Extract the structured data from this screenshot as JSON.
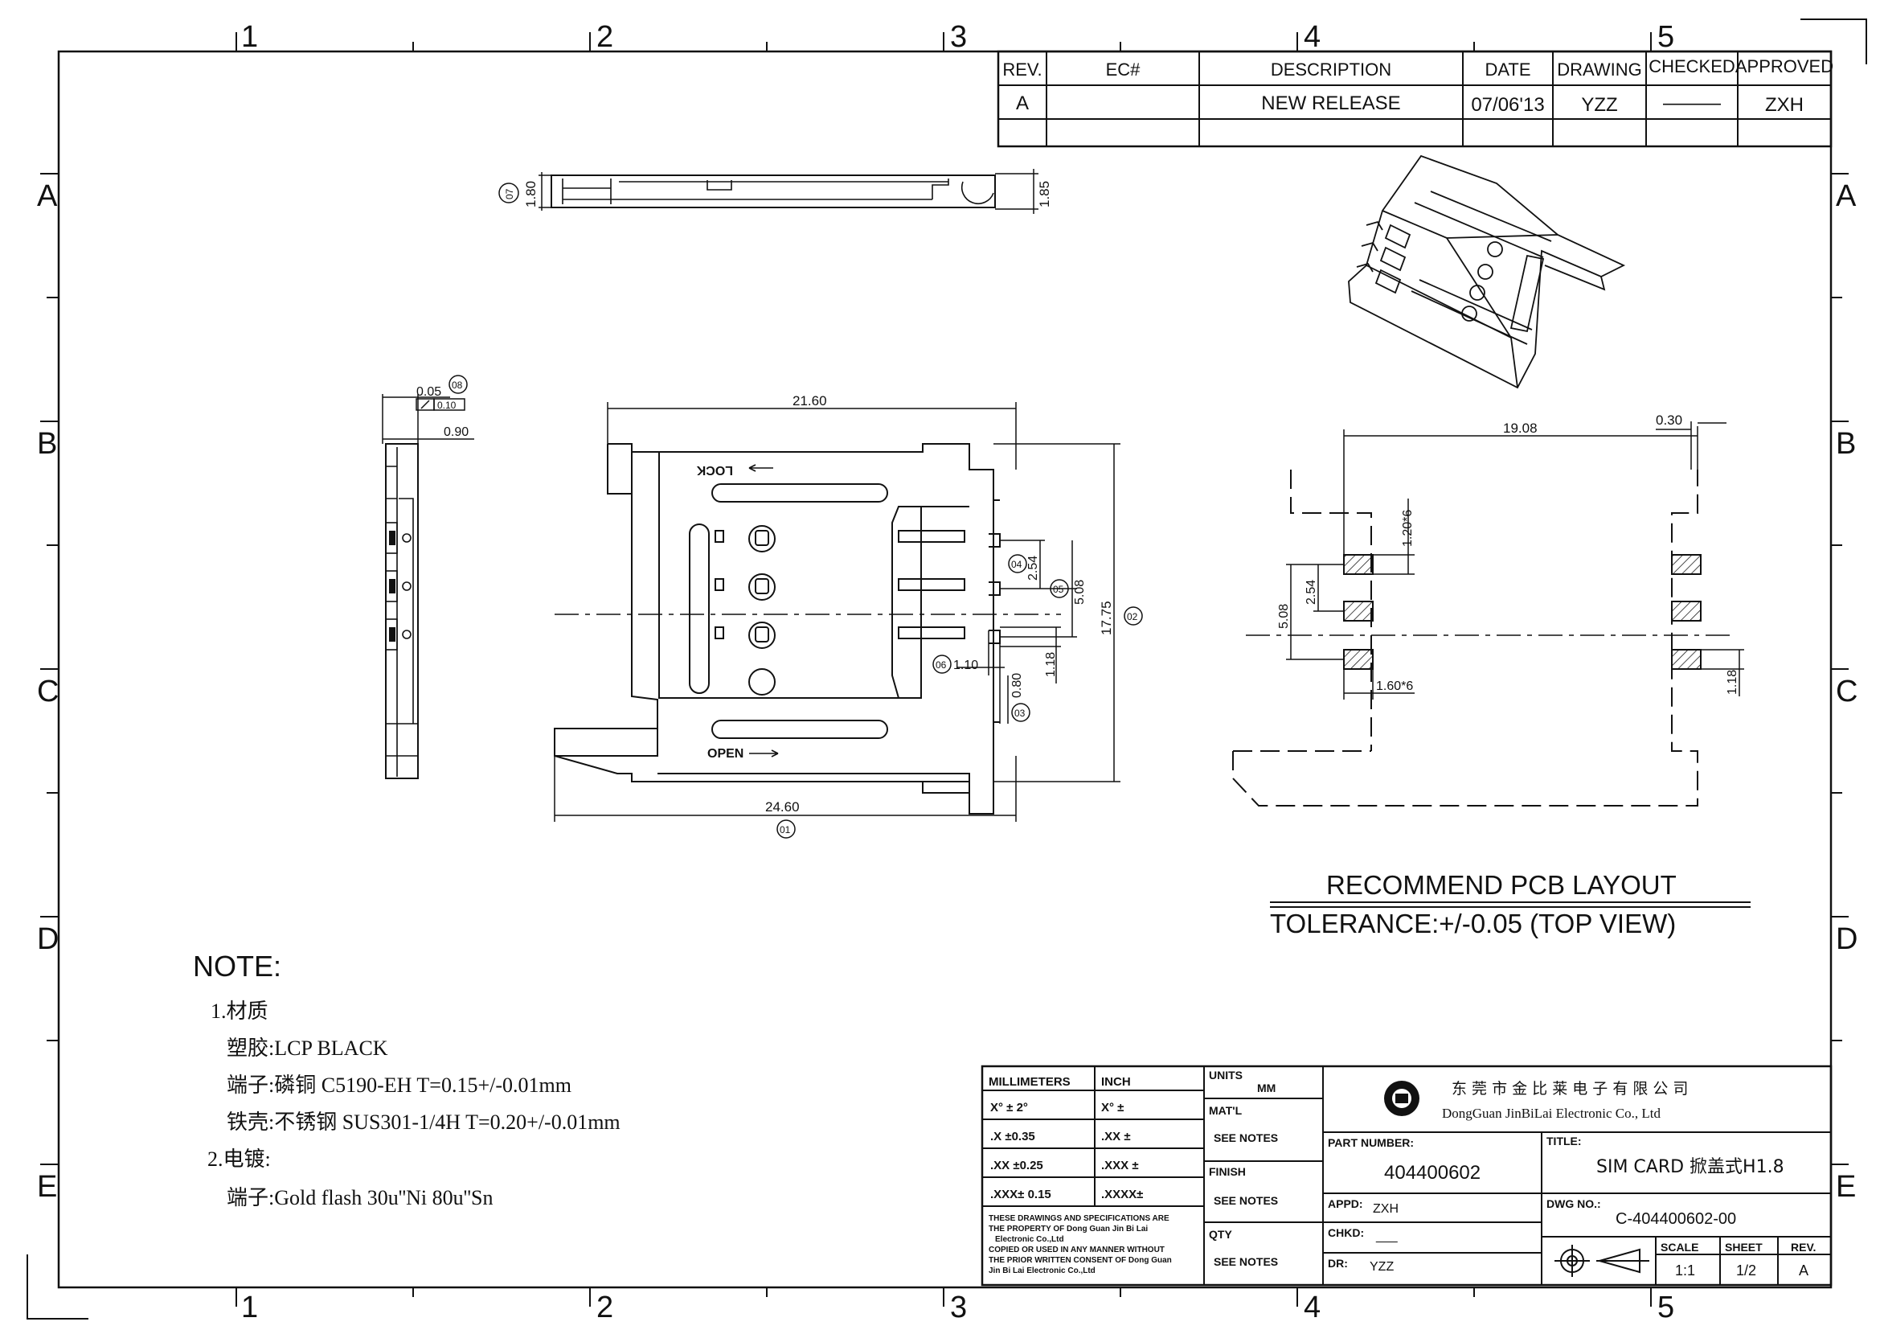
{
  "frame": {
    "col_labels": [
      "1",
      "2",
      "3",
      "4",
      "5"
    ],
    "row_labels": [
      "A",
      "B",
      "C",
      "D",
      "E"
    ]
  },
  "revision": {
    "headers": [
      "REV.",
      "EC#",
      "DESCRIPTION",
      "DATE",
      "DRAWING",
      "CHECKED",
      "APPROVED"
    ],
    "row": [
      "A",
      "",
      "NEW RELEASE",
      "07/06'13",
      "YZZ",
      "———",
      "ZXH"
    ]
  },
  "dims": {
    "side_h1": "1.80",
    "side_h2": "1.85",
    "callout_07": "07",
    "flat_tol": "0.05",
    "flat_ref": "08",
    "flat_box": "0.10",
    "thick": "0.90",
    "width_top": "21.60",
    "width_bottom": "24.60",
    "callout_01": "01",
    "height_right": "17.75",
    "callout_02": "02",
    "pitch_254": "2.54",
    "callout_04": "04",
    "span_508": "5.08",
    "callout_05": "05",
    "pad_110": "1.10",
    "callout_06": "06",
    "pad_118": "1.18",
    "pad_080": "0.80",
    "callout_03": "03",
    "lock_label": "LOCK",
    "open_label": "OPEN"
  },
  "pcb": {
    "width": "19.08",
    "offset": "0.30",
    "pad_w": "1.20*6",
    "pitch": "2.54",
    "span": "5.08",
    "pad_l": "1.60*6",
    "pad_h": "1.18",
    "title": "RECOMMEND PCB LAYOUT",
    "tolerance": "TOLERANCE:+/-0.05 (TOP VIEW)"
  },
  "notes": {
    "heading": "NOTE:",
    "lines": [
      "1.材质",
      "塑胶:LCP  BLACK",
      "端子:磷铜 C5190-EH T=0.15+/-0.01mm",
      "铁壳:不锈钢 SUS301-1/4H T=0.20+/-0.01mm",
      "2.电镀:",
      "端子:Gold flash 30u''Ni 80u''Sn"
    ]
  },
  "title_block": {
    "mm_header": "MILLIMETERS",
    "inch_header": "INCH",
    "mm_rows": [
      "X° ± 2°",
      ".X  ±0.35",
      ".XX  ±0.25",
      ".XXX± 0.15"
    ],
    "inch_rows": [
      "X° ±",
      ".XX ±",
      ".XXX ±",
      ".XXXX±"
    ],
    "disclaimer": [
      "THESE DRAWINGS AND SPECIFICATIONS ARE",
      "THE PROPERTY OF Dong Guan Jin Bi Lai",
      "Electronic Co.,Ltd",
      "COPIED OR USED IN ANY MANNER WITHOUT",
      "THE PRIOR WRITTEN CONSENT OF Dong Guan",
      "Jin Bi Lai Electronic Co.,Ltd"
    ],
    "units_label": "UNITS",
    "units_value": "MM",
    "matl_label": "MAT'L",
    "matl_value": "SEE NOTES",
    "finish_label": "FINISH",
    "finish_value": "SEE NOTES",
    "qty_label": "QTY",
    "qty_value": "SEE NOTES",
    "company_cn": "东 莞 市 金 比 莱 电 子 有 限 公 司",
    "company_en": "DongGuan JinBiLai Electronic Co., Ltd",
    "part_number_label": "PART NUMBER:",
    "part_number": "404400602",
    "title_label": "TITLE:",
    "title": "SIM CARD 掀盖式H1.8",
    "appd_label": "APPD:",
    "appd": "ZXH",
    "dwg_label": "DWG NO.:",
    "dwg_no": "C-404400602-00",
    "chkd_label": "CHKD:",
    "chkd": "___",
    "dr_label": "DR:",
    "dr": "YZZ",
    "scale_label": "SCALE",
    "scale": "1:1",
    "sheet_label": "SHEET",
    "sheet": "1/2",
    "rev_label": "REV.",
    "rev": "A"
  }
}
